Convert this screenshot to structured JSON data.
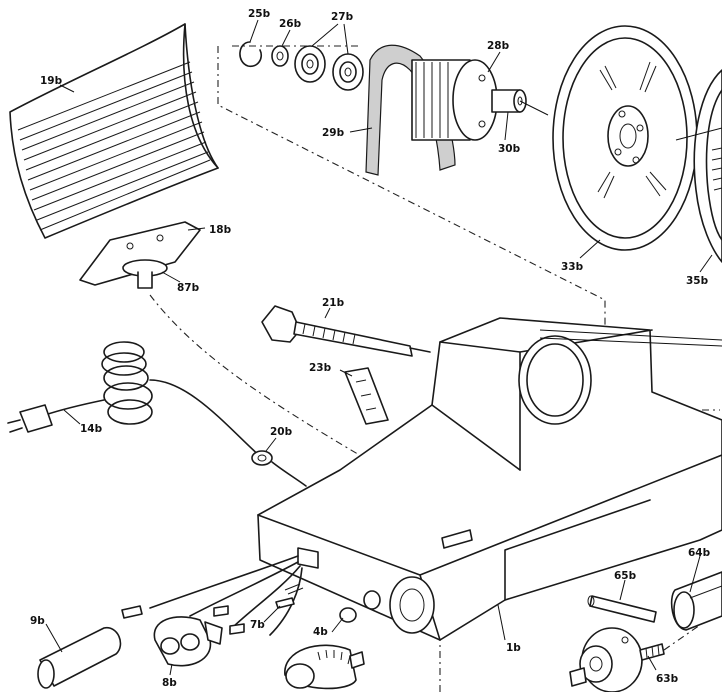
{
  "labels": {
    "p25b": "25b",
    "p26b": "26b",
    "p27b": "27b",
    "p28b": "28b",
    "p19b": "19b",
    "p29b": "29b",
    "p30b": "30b",
    "p18b": "18b",
    "p87b": "87b",
    "p33b": "33b",
    "p35b": "35b",
    "p21b": "21b",
    "p23b": "23b",
    "p14b": "14b",
    "p20b": "20b",
    "p64b": "64b",
    "p65b": "65b",
    "p9b": "9b",
    "p7b": "7b",
    "p4b": "4b",
    "p1b": "1b",
    "p8b": "8b",
    "p63b": "63b"
  }
}
